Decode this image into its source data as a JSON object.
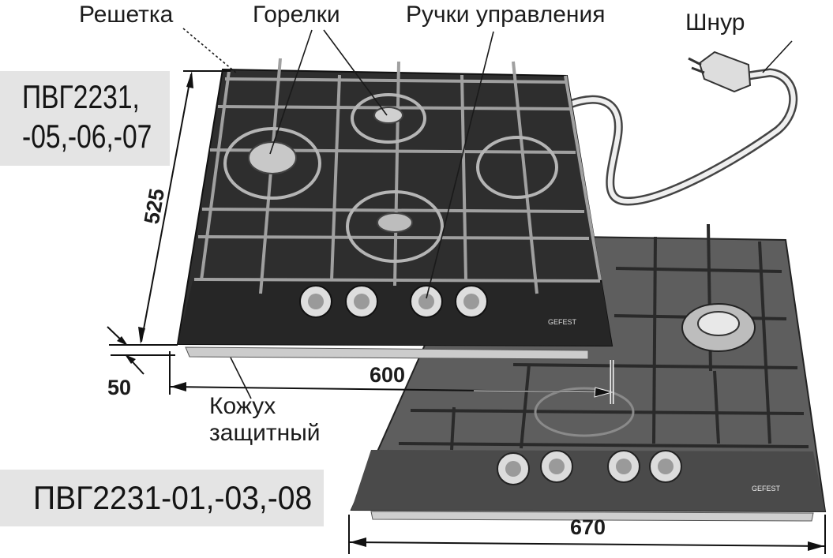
{
  "labels": {
    "grate": "Решетка",
    "burners": "Горелки",
    "knobs": "Ручки управления",
    "cord": "Шнур",
    "shield_line1": "Кожух",
    "shield_line2": "защитный"
  },
  "models": {
    "top_line1": "ПВГ2231,",
    "top_line2": "-05,-06,-07",
    "bottom": "ПВГ2231-01,-03,-08"
  },
  "dimensions": {
    "depth": "525",
    "height": "50",
    "width_small": "600",
    "width_large": "670"
  },
  "brand": "GEFEST",
  "colors": {
    "hob_dark": "#2e2e2e",
    "hob_light": "#5e5e5e",
    "model_box": "#e4e4e4",
    "lines": "#111111"
  }
}
